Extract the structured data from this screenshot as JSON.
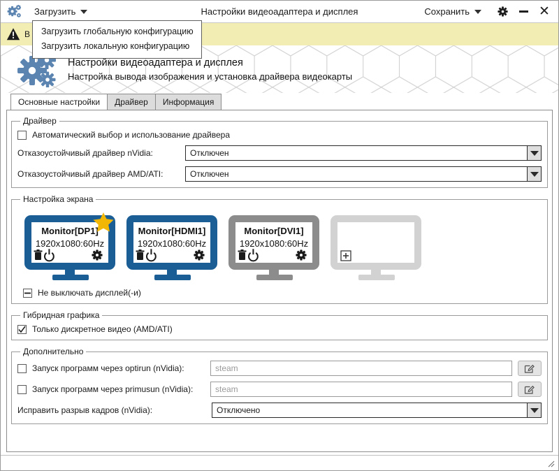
{
  "window": {
    "app_icon": "gears-icon",
    "title": "Настройки видеоадаптера и дисплея",
    "load_menu_label": "Загрузить",
    "save_menu_label": "Сохранить",
    "settings_icon": "gear-icon",
    "minimize_icon": "minimize-icon",
    "close_icon": "close-icon"
  },
  "dropdown": {
    "open": true,
    "items": [
      {
        "label": "Загрузить глобальную конфигурацию"
      },
      {
        "label": "Загрузить локальную конфигурацию"
      }
    ]
  },
  "warning": {
    "icon": "warning-triangle-icon",
    "text": "В"
  },
  "banner": {
    "icon": "gears-icon",
    "title": "Настройки видеоадаптера и дисплея",
    "subtitle": "Настройка вывода изображения и установка драйвера видеокарты"
  },
  "tabs": [
    {
      "label": "Основные настройки",
      "active": true
    },
    {
      "label": "Драйвер",
      "active": false
    },
    {
      "label": "Информация",
      "active": false
    }
  ],
  "driver_group": {
    "legend": "Драйвер",
    "auto_checkbox": {
      "label": "Автоматический выбор и использование драйвера",
      "state": "unchecked"
    },
    "nvidia": {
      "label": "Отказоустойчивый драйвер nVidia:",
      "value": "Отключен"
    },
    "amd": {
      "label": "Отказоустойчивый драйвер AMD/ATI:",
      "value": "Отключен"
    }
  },
  "screen_group": {
    "legend": "Настройка экрана",
    "monitors": [
      {
        "name": "Monitor[DP1]",
        "mode": "1920x1080:60Hz",
        "state": "enabled-primary",
        "primary": true,
        "color": "#1b5e96",
        "star_icon": "star-icon",
        "actions": [
          "trash-icon",
          "power-icon",
          "gear-icon"
        ]
      },
      {
        "name": "Monitor[HDMI1]",
        "mode": "1920x1080:60Hz",
        "state": "enabled",
        "primary": false,
        "color": "#1b5e96",
        "actions": [
          "trash-icon",
          "power-icon",
          "gear-icon"
        ]
      },
      {
        "name": "Monitor[DVI1]",
        "mode": "1920x1080:60Hz",
        "state": "disabled",
        "primary": false,
        "color": "#8c8c8c",
        "actions": [
          "trash-icon",
          "power-icon",
          "gear-icon"
        ]
      },
      {
        "name": "",
        "mode": "",
        "state": "empty",
        "primary": false,
        "color": "#d2d2d2",
        "actions": [
          "plus-icon"
        ]
      }
    ],
    "dont_turn_off": {
      "label": "Не выключать дисплей(-и)",
      "state": "indeterminate"
    }
  },
  "hybrid_group": {
    "legend": "Гибридная графика",
    "discrete_only": {
      "label": "Только дискретное видео (AMD/ATI)",
      "state": "checked"
    }
  },
  "additional_group": {
    "legend": "Дополнительно",
    "optirun": {
      "label": "Запуск программ через optirun (nVidia):",
      "state": "unchecked",
      "placeholder": "steam",
      "value": "",
      "edit_icon": "edit-pencil-icon"
    },
    "primusun": {
      "label": "Запуск программ через primusun (nVidia):",
      "state": "unchecked",
      "placeholder": "steam",
      "value": "",
      "edit_icon": "edit-pencil-icon"
    },
    "tearfree": {
      "label": "Исправить разрыв кадров (nVidia):",
      "value": "Отключено"
    }
  },
  "statusbar": {
    "resize_grip_icon": "resize-grip-icon"
  },
  "colors": {
    "accent_blue": "#1b5e96",
    "warn_yellow": "#f2eeb3",
    "star_gold": "#f2b705",
    "disabled_gray": "#8c8c8c",
    "empty_gray": "#d2d2d2"
  }
}
